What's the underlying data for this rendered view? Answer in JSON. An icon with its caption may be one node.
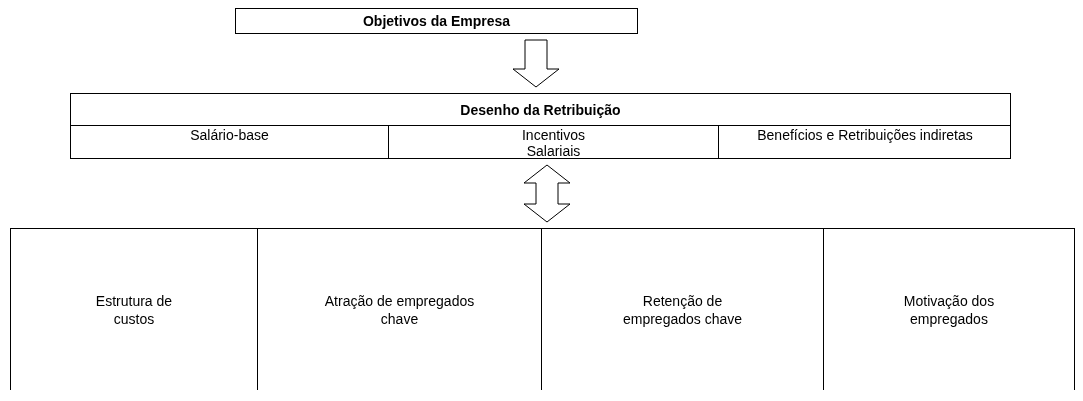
{
  "diagram": {
    "nodes": [
      {
        "text": [
          "Objetivos da Empresa"
        ]
      },
      {
        "text": [
          "Desenho da Retribuição"
        ]
      },
      {
        "text": [
          "Salário-base"
        ],
        "in": 1
      },
      {
        "text": [
          "Incentivos Salariais"
        ],
        "in": 1
      },
      {
        "text": [
          "Benefícios e Retribuições indiretas"
        ],
        "in": 1
      },
      {
        "text": [],
        "shape": "box"
      },
      {
        "text": [
          "Estrutura de custos"
        ],
        "in": 5
      },
      {
        "text": [
          "Atração de empregados chave"
        ],
        "in": 5
      },
      {
        "text": [
          "Retenção de empregados chave"
        ],
        "in": 5
      },
      {
        "text": [
          "Motivação dos empregados"
        ],
        "in": 5
      }
    ],
    "edges": [
      {
        "from": 0,
        "to": 1,
        "arrow": "to"
      },
      {
        "from": 1,
        "to": 5,
        "arrow": "both"
      }
    ]
  }
}
